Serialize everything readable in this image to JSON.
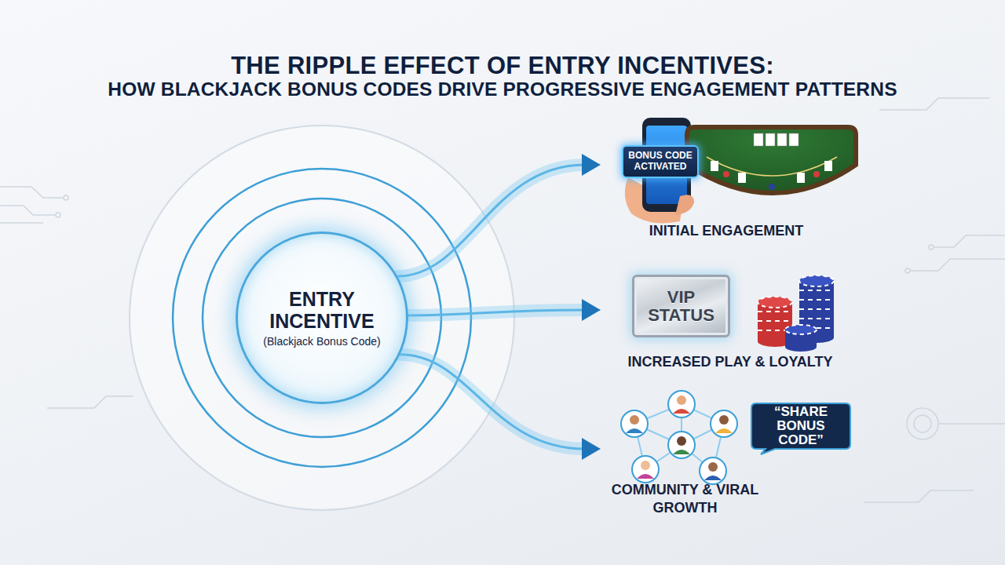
{
  "diagram": {
    "title": "THE RIPPLE EFFECT OF ENTRY INCENTIVES:",
    "nodes": [
      {
        "text": [
          "ENTRY INCENTIVE",
          "(Blackjack Bonus Code)"
        ]
      },
      {
        "text": [
          "INITIAL ENGAGEMENT"
        ]
      },
      {
        "text": [
          "BONUS CODE ACTIVATED"
        ],
        "in": 1
      },
      {
        "text": [
          "INCREASED PLAY & LOYALTY"
        ]
      },
      {
        "text": [
          "VIP STATUS"
        ],
        "in": 3
      },
      {
        "text": [
          "COMMUNITY & VIRAL GROWTH"
        ]
      },
      {
        "text": [
          "“SHARE BONUS CODE”"
        ],
        "in": 5
      }
    ],
    "edges": [
      {
        "from": 0,
        "to": 1,
        "arrow": "to"
      },
      {
        "from": 0,
        "to": 3,
        "arrow": "to"
      },
      {
        "from": 0,
        "to": 5,
        "arrow": "to"
      }
    ],
    "labels": [
      "HOW BLACKJACK BONUS CODES DRIVE PROGRESSIVE ENGAGEMENT PATTERNS"
    ]
  }
}
